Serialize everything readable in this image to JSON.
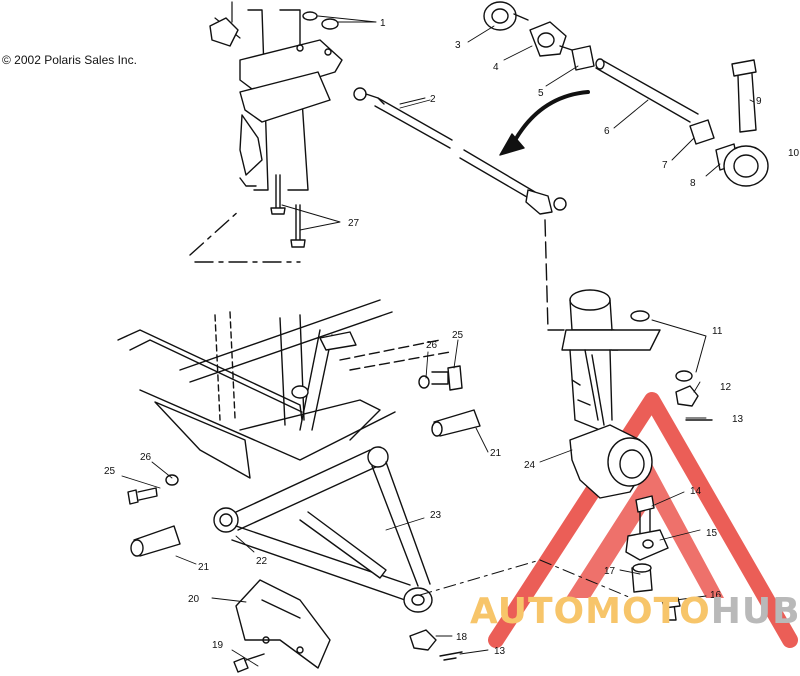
{
  "copyright": "© 2002 Polaris Sales Inc.",
  "watermark": {
    "part1": "AUTOMOTO",
    "part2": "HUB",
    "color_main": "#f7c56a",
    "color_accent": "#b9b9b9",
    "triangle_color": "#e8423a"
  },
  "callouts": [
    "1",
    "2",
    "3",
    "4",
    "5",
    "6",
    "7",
    "8",
    "9",
    "10",
    "11",
    "12",
    "13",
    "14",
    "15",
    "16",
    "17",
    "18",
    "19",
    "20",
    "21",
    "21",
    "22",
    "23",
    "24",
    "25",
    "25",
    "26",
    "26",
    "27",
    "13"
  ]
}
